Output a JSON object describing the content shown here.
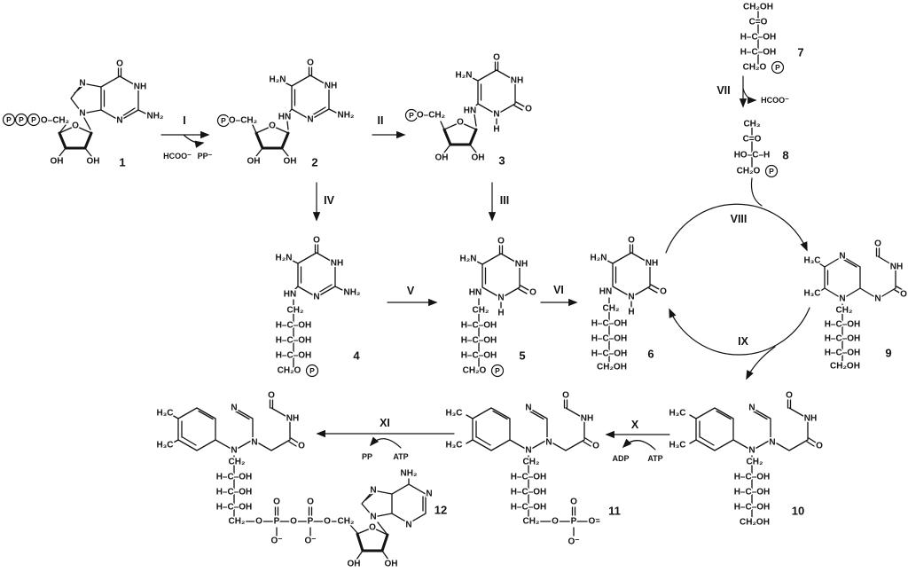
{
  "figure": {
    "background": "#ffffff",
    "ink": "#141414",
    "kind": "reaction-scheme"
  },
  "atoms": {
    "o": "O",
    "n": "N",
    "nh": "NH",
    "hn": "HN",
    "h": "H",
    "p": "P",
    "oh": "OH",
    "om": "O⁻",
    "nh2": "NH₂",
    "h2n": "H₂N",
    "h3c": "H₃C",
    "ch2": "CH₂",
    "ch3": "CH₃",
    "ch2oh": "CH₂OH",
    "ch2o": "CH₂O",
    "och2": "O–CH₂",
    "hcoh": "H–C–OH",
    "hoch": "HO–C–H",
    "co": "C=O"
  },
  "compounds": {
    "c1": "1",
    "c2": "2",
    "c3": "3",
    "c4": "4",
    "c5": "5",
    "c6": "6",
    "c7": "7",
    "c8": "8",
    "c9": "9",
    "c10": "10",
    "c11": "11",
    "c12": "12"
  },
  "reactions": {
    "i": "I",
    "ii": "II",
    "iii": "III",
    "iv": "IV",
    "v": "V",
    "vi": "VI",
    "vii": "VII",
    "viii": "VIII",
    "ix": "IX",
    "x": "X",
    "xi": "XI"
  },
  "cofactors": {
    "hcoo": "HCOO⁻",
    "ppi": "PP⁻",
    "adp": "ADP",
    "atp": "ATP",
    "pp": "PP"
  }
}
